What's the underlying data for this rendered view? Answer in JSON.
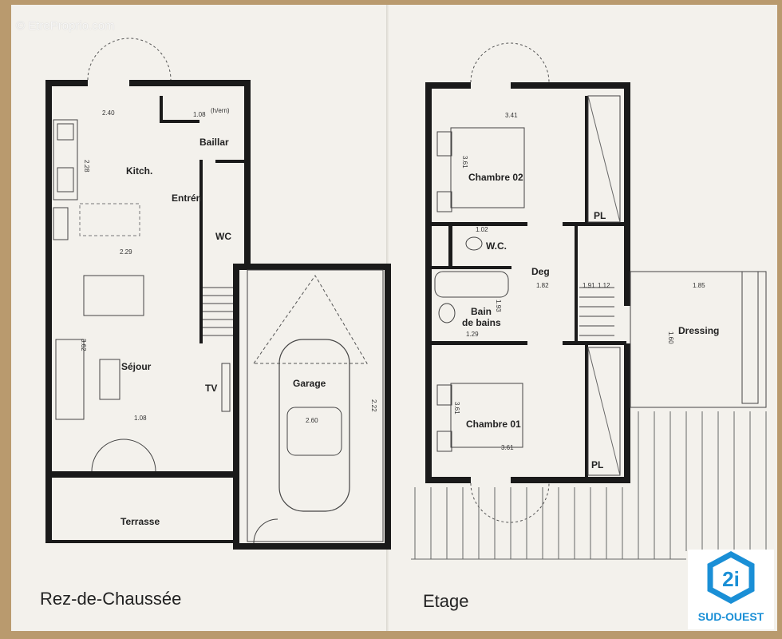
{
  "watermark": "© EtreProprio.com",
  "ground_floor": {
    "title": "Rez-de-Chaussée",
    "rooms": {
      "kitchen": "Kitch.",
      "pantry": "Baillar",
      "entry": "Entrén",
      "wc": "WC",
      "living": "Séjour",
      "tv": "TV",
      "garage": "Garage",
      "terrace": "Terrasse",
      "heater": "(h/ern)"
    },
    "dimensions": {
      "d1": "2.40",
      "d2": "1.08",
      "d3": "2.28",
      "d4": "2.29",
      "d5": "3.62",
      "d6": "1.08",
      "d7": "2.60",
      "d8": "2.22"
    }
  },
  "upper_floor": {
    "title": "Etage",
    "rooms": {
      "bedroom2": "Chambre 02",
      "cupboard_top": "PL",
      "wc": "W.C.",
      "landing": "Deg",
      "bathroom_line1": "Bain",
      "bathroom_line2": "de bains",
      "dressing": "Dressing",
      "bedroom1": "Chambre 01",
      "cupboard_bottom": "PL"
    },
    "dimensions": {
      "d1": "3.41",
      "d2": "3.61",
      "d3": "1.02",
      "d4": "1.82",
      "d5": "1.91",
      "d6": "1.12",
      "d7": "1.85",
      "d8": "1.93",
      "d9": "1.29",
      "d10": "1.60",
      "d11": "3.61",
      "d12": "3.61"
    }
  },
  "logo": {
    "mark": "2i",
    "text": "SUD-OUEST"
  },
  "colors": {
    "wall": "#1a1a1a",
    "paper": "#f3f1ec",
    "table": "#b99a6e",
    "logo_blue": "#1a8fd6"
  }
}
